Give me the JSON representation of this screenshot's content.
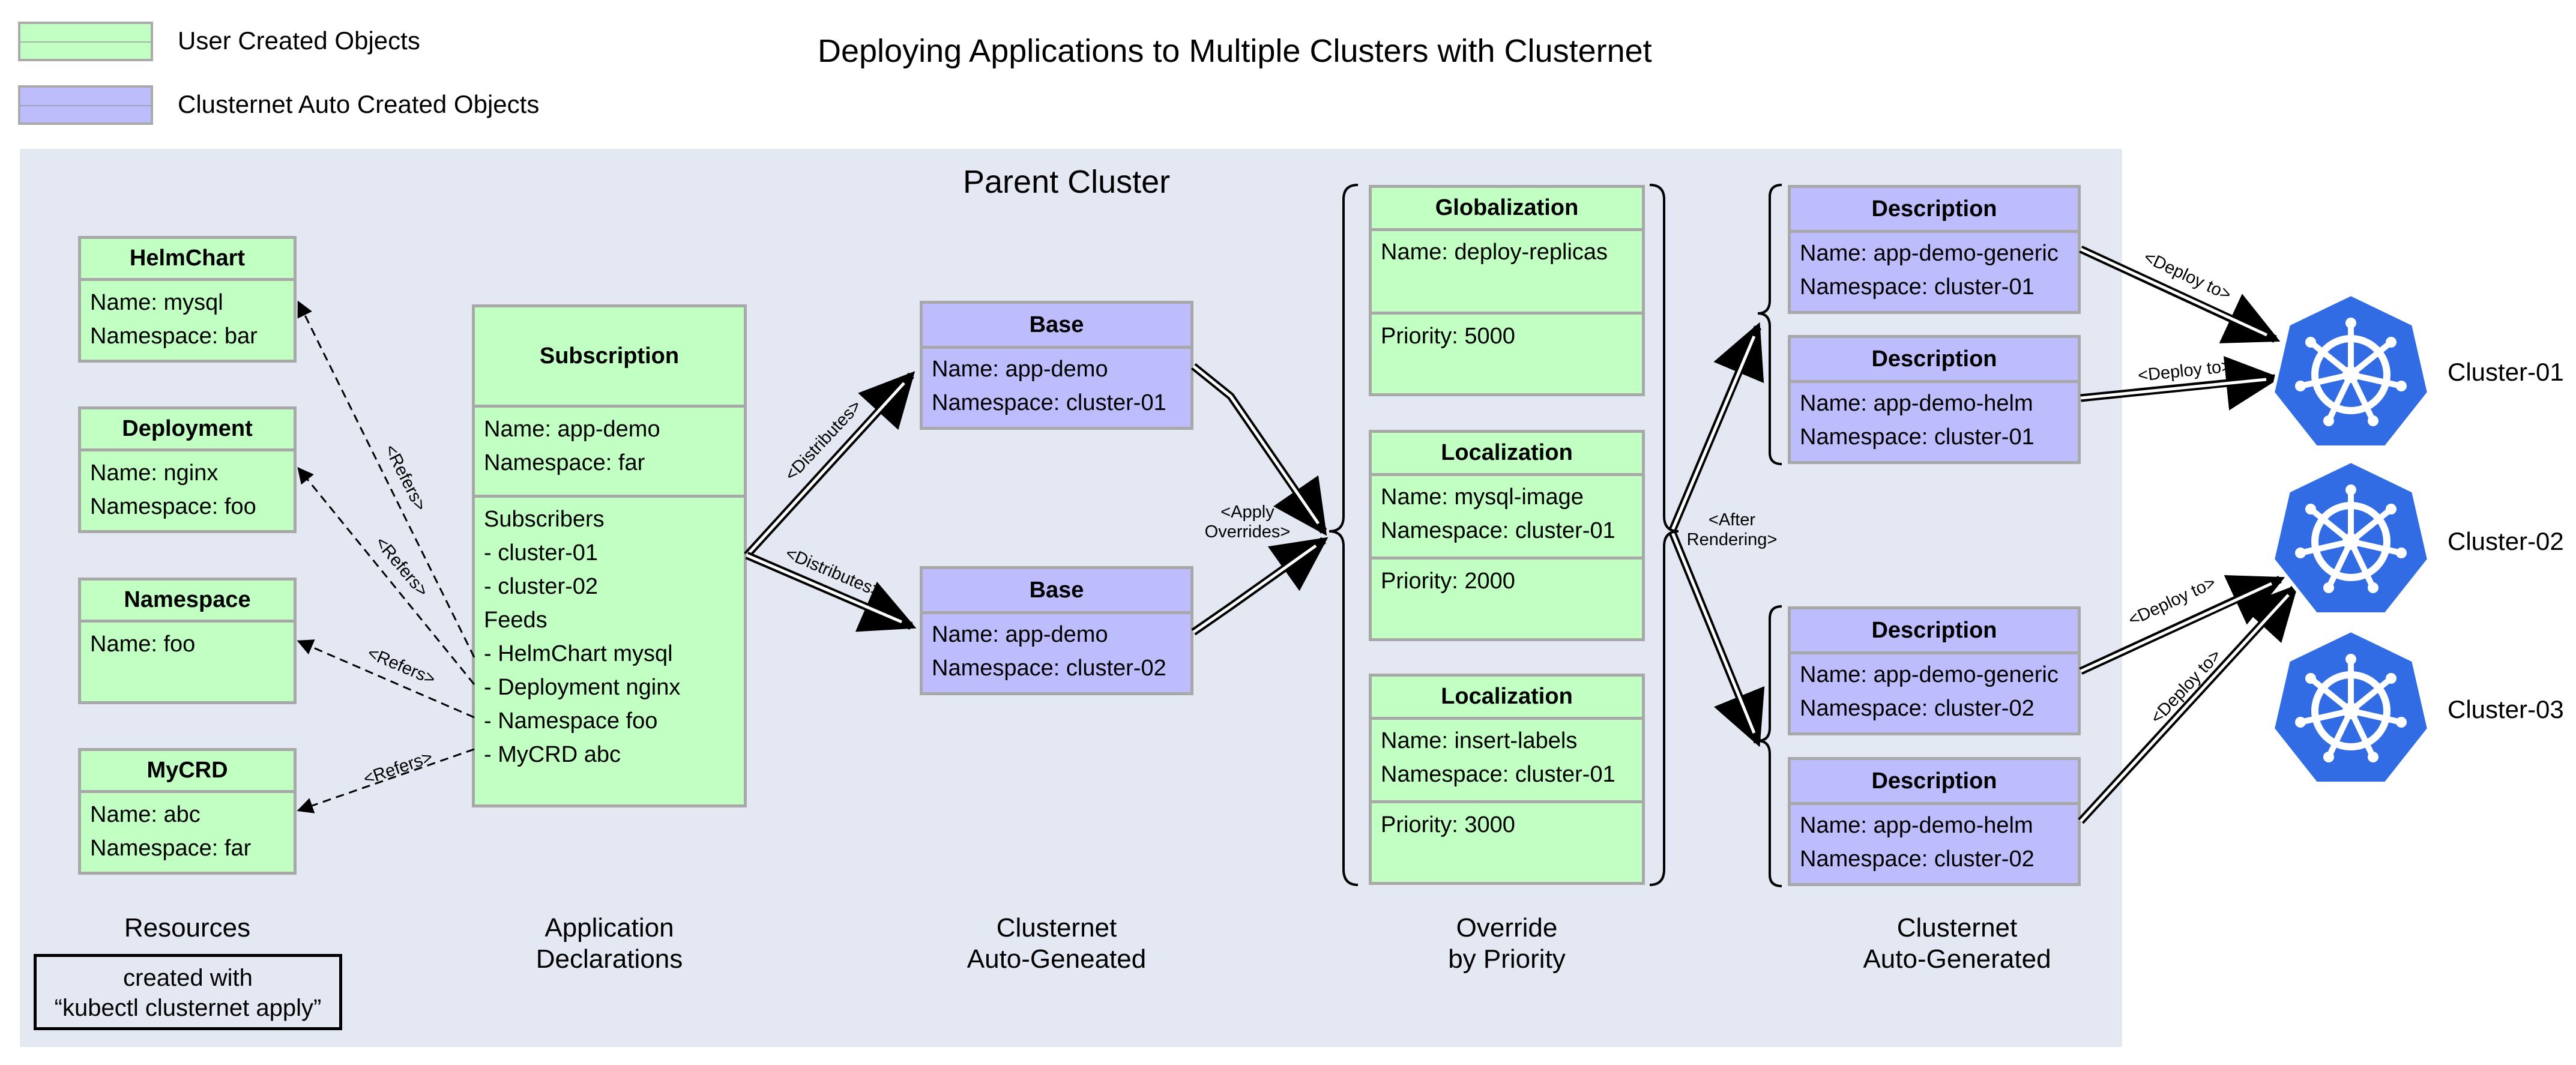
{
  "title": "Deploying Applications to Multiple Clusters with Clusternet",
  "legend": {
    "user": "User Created Objects",
    "auto": "Clusternet Auto Created Objects"
  },
  "parent_cluster_label": "Parent Cluster",
  "colors": {
    "user_fill": "#c2ffc2",
    "auto_fill": "#bdbdfd",
    "border": "#a8a8a8",
    "parent_bg": "#e3e8f2",
    "k8s_blue": "#326ce5"
  },
  "resources": {
    "helmchart": {
      "title": "HelmChart",
      "lines": [
        "Name: mysql",
        "Namespace: bar"
      ]
    },
    "deployment": {
      "title": "Deployment",
      "lines": [
        "Name: nginx",
        "Namespace: foo"
      ]
    },
    "namespace": {
      "title": "Namespace",
      "lines": [
        "Name: foo"
      ]
    },
    "mycrd": {
      "title": "MyCRD",
      "lines": [
        "Name: abc",
        "Namespace: far"
      ]
    }
  },
  "subscription": {
    "title": "Subscription",
    "meta": [
      "Name: app-demo",
      "Namespace: far"
    ],
    "body": [
      "Subscribers",
      "- cluster-01",
      "- cluster-02",
      "Feeds",
      "- HelmChart mysql",
      "- Deployment nginx",
      "- Namespace foo",
      "- MyCRD abc"
    ]
  },
  "bases": [
    {
      "title": "Base",
      "lines": [
        "Name: app-demo",
        "Namespace: cluster-01"
      ]
    },
    {
      "title": "Base",
      "lines": [
        "Name: app-demo",
        "Namespace: cluster-02"
      ]
    }
  ],
  "overrides": [
    {
      "title": "Globalization",
      "lines": [
        "Name: deploy-replicas"
      ],
      "priority": "Priority: 5000"
    },
    {
      "title": "Localization",
      "lines": [
        "Name: mysql-image",
        "Namespace: cluster-01"
      ],
      "priority": "Priority: 2000"
    },
    {
      "title": "Localization",
      "lines": [
        "Name: insert-labels",
        "Namespace: cluster-01"
      ],
      "priority": "Priority: 3000"
    }
  ],
  "descriptions": [
    {
      "title": "Description",
      "lines": [
        "Name: app-demo-generic",
        "Namespace: cluster-01"
      ]
    },
    {
      "title": "Description",
      "lines": [
        "Name: app-demo-helm",
        "Namespace: cluster-01"
      ]
    },
    {
      "title": "Description",
      "lines": [
        "Name: app-demo-generic",
        "Namespace: cluster-02"
      ]
    },
    {
      "title": "Description",
      "lines": [
        "Name: app-demo-helm",
        "Namespace: cluster-02"
      ]
    }
  ],
  "edge_labels": {
    "refers": "<Refers>",
    "distributes": "<Distributes>",
    "apply_overrides": [
      "<Apply",
      "Overrides>"
    ],
    "after_rendering": [
      "<After",
      "Rendering>"
    ],
    "deploy_to": "<Deploy to>"
  },
  "clusters": [
    "Cluster-01",
    "Cluster-02",
    "Cluster-03"
  ],
  "captions": {
    "resources": "Resources",
    "app_decl": [
      "Application",
      "Declarations"
    ],
    "auto_gen1": [
      "Clusternet",
      "Auto-Geneated"
    ],
    "override": [
      "Override",
      "by Priority"
    ],
    "auto_gen2": [
      "Clusternet",
      "Auto-Generated"
    ]
  },
  "note": [
    "created with",
    "“kubectl clusternet apply”"
  ]
}
